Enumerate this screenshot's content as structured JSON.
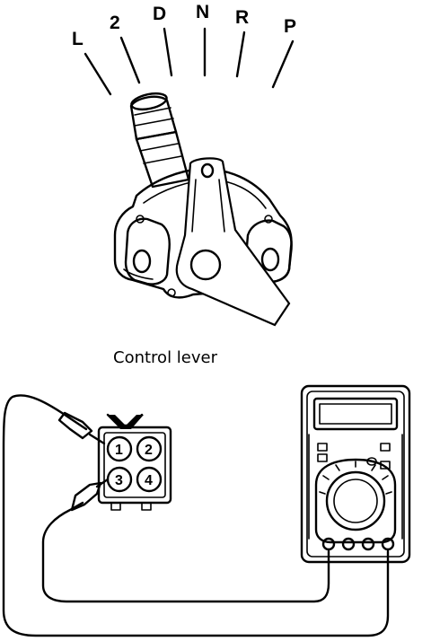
{
  "shift_positions": [
    "L",
    "2",
    "D",
    "N",
    "R",
    "P"
  ],
  "caption": "Control lever",
  "connector": {
    "pins": [
      "1",
      "2",
      "3",
      "4"
    ]
  }
}
